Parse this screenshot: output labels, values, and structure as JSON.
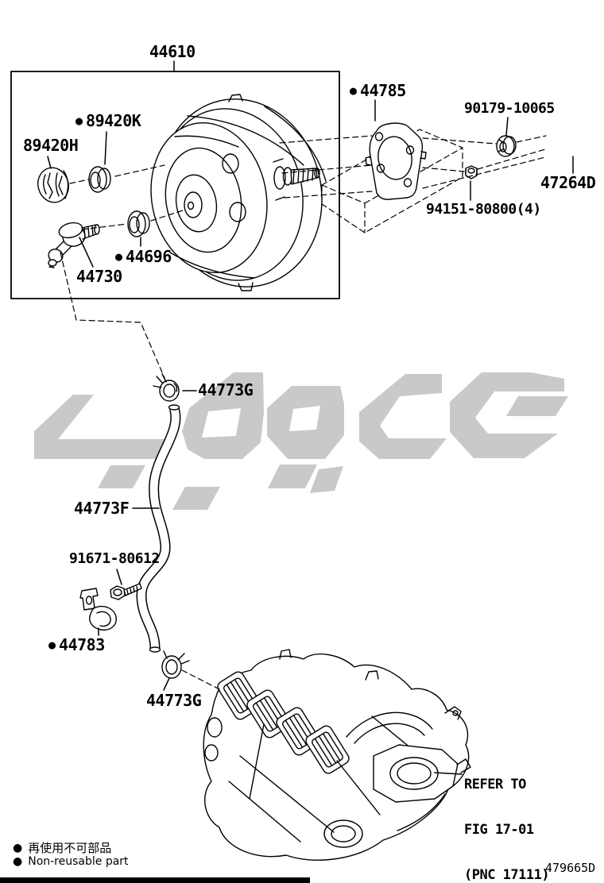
{
  "diagram_title": "Brake booster and vacuum tube parts diagram",
  "colors": {
    "line": "#000000",
    "background": "#ffffff",
    "watermark": "#c9c9c9",
    "bottom_bar": "#000000"
  },
  "legend": {
    "marker": "●",
    "jp": "再使用不可部品",
    "en": "Non-reusable part"
  },
  "callouts": [
    {
      "id": "44610",
      "text": "44610",
      "non_reusable": false
    },
    {
      "id": "89420K",
      "text": "89420K",
      "non_reusable": true
    },
    {
      "id": "89420H",
      "text": "89420H",
      "non_reusable": false
    },
    {
      "id": "44785",
      "text": "44785",
      "non_reusable": true
    },
    {
      "id": "90179-10065",
      "text": "90179-10065",
      "non_reusable": false
    },
    {
      "id": "47264D",
      "text": "47264D",
      "non_reusable": false
    },
    {
      "id": "94151-80800(4)",
      "text": "94151-80800(4)",
      "non_reusable": false
    },
    {
      "id": "44696",
      "text": "44696",
      "non_reusable": true
    },
    {
      "id": "44730",
      "text": "44730",
      "non_reusable": false
    },
    {
      "id": "44773G-upper",
      "text": "44773G",
      "non_reusable": false
    },
    {
      "id": "44773F",
      "text": "44773F",
      "non_reusable": false
    },
    {
      "id": "91671-80612",
      "text": "91671-80612",
      "non_reusable": false
    },
    {
      "id": "44783",
      "text": "44783",
      "non_reusable": true
    },
    {
      "id": "44773G-lower",
      "text": "44773G",
      "non_reusable": false
    }
  ],
  "note": {
    "line1": "REFER TO",
    "line2": "FIG 17-01",
    "line3": "(PNC 17111)"
  },
  "doc_code": "479665D"
}
